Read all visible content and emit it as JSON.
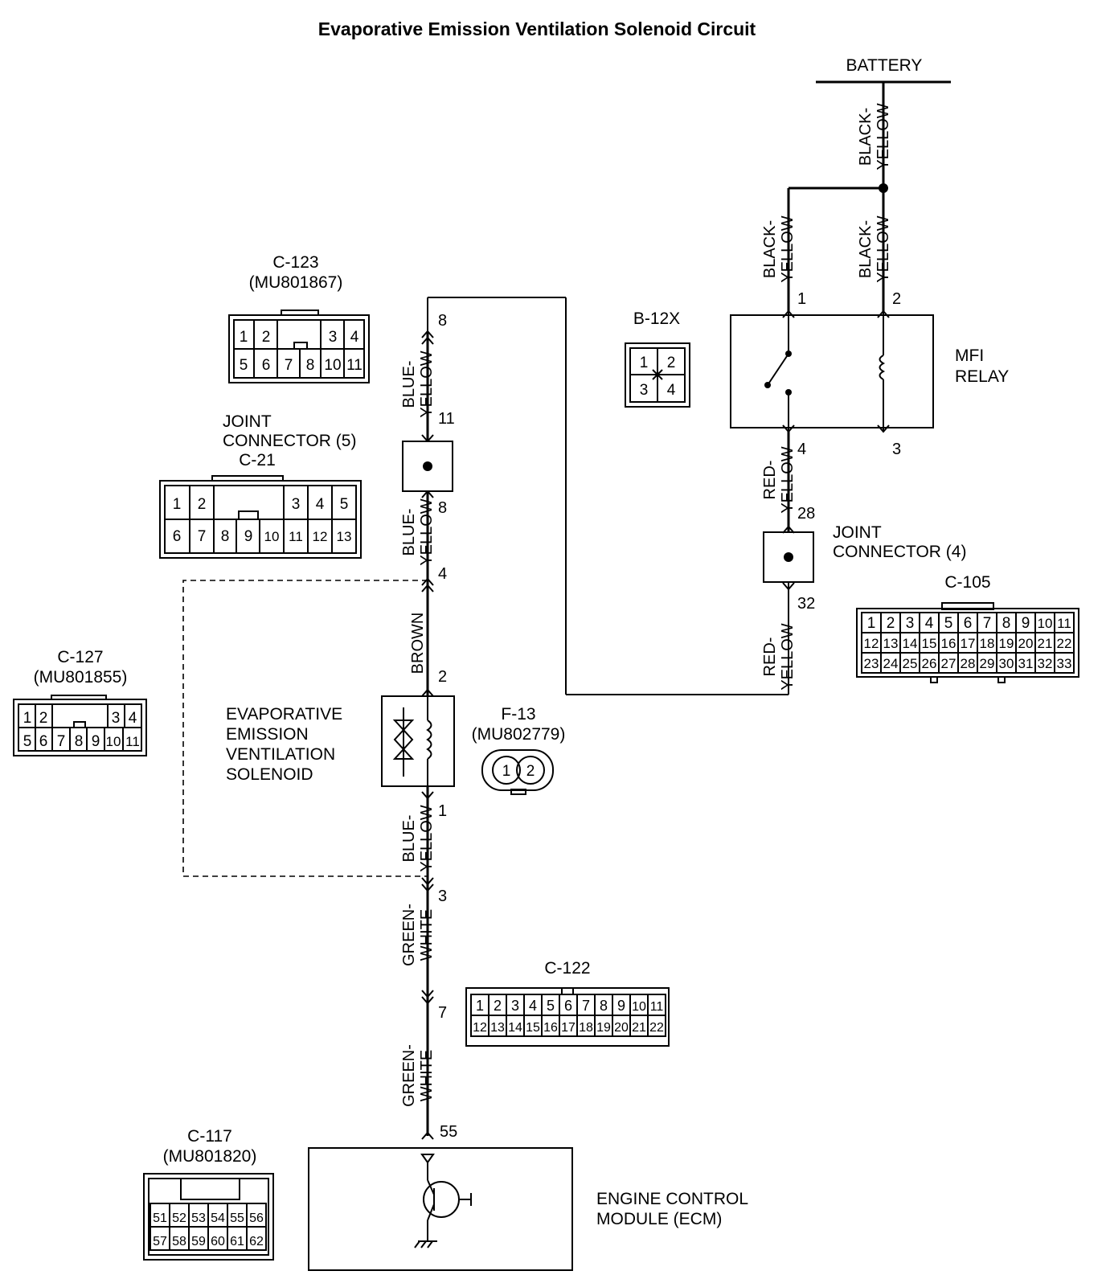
{
  "title": "Evaporative Emission Ventilation Solenoid Circuit",
  "battery": {
    "label": "BATTERY",
    "wire_color": [
      "BLACK-",
      "YELLOW"
    ]
  },
  "mfi_relay": {
    "label": [
      "MFI",
      "RELAY"
    ],
    "pins": {
      "p1": "1",
      "p2": "2",
      "p3": "3",
      "p4": "4"
    },
    "wire_p1": [
      "BLACK-",
      "YELLOW"
    ],
    "wire_p2": [
      "BLACK-",
      "YELLOW"
    ],
    "wire_p4": [
      "RED-",
      "YELLOW"
    ]
  },
  "joint_connector_4": {
    "label": [
      "JOINT",
      "CONNECTOR (4)"
    ],
    "pin_in": "28",
    "pin_out": "32",
    "wire_out": [
      "RED-",
      "YELLOW"
    ]
  },
  "relay_connector": {
    "id": "B-12X",
    "cells": [
      "1",
      "2",
      "3",
      "4"
    ]
  },
  "connector_c123": {
    "id": "C-123",
    "part": "(MU801867)",
    "row1": [
      "1",
      "2",
      "3",
      "4"
    ],
    "row2": [
      "5",
      "6",
      "7",
      "8",
      "10",
      "11"
    ]
  },
  "joint_connector_5": {
    "label": [
      "JOINT",
      "CONNECTOR (5)"
    ],
    "id": "C-21",
    "row1": [
      "1",
      "2",
      "3",
      "4",
      "5"
    ],
    "row2": [
      "6",
      "7",
      "8",
      "9",
      "10",
      "11",
      "12",
      "13"
    ],
    "pin_in": "11",
    "pin_out": "8"
  },
  "connector_c127": {
    "id": "C-127",
    "part": "(MU801855)",
    "row1": [
      "1",
      "2",
      "3",
      "4"
    ],
    "row2": [
      "5",
      "6",
      "7",
      "8",
      "9",
      "10",
      "11"
    ]
  },
  "connector_c105": {
    "id": "C-105",
    "row1": [
      "1",
      "2",
      "3",
      "4",
      "5",
      "6",
      "7",
      "8",
      "9",
      "10",
      "11"
    ],
    "row2": [
      "12",
      "13",
      "14",
      "15",
      "16",
      "17",
      "18",
      "19",
      "20",
      "21",
      "22"
    ],
    "row3": [
      "23",
      "24",
      "25",
      "26",
      "27",
      "28",
      "29",
      "30",
      "31",
      "32",
      "33"
    ]
  },
  "solenoid": {
    "label": [
      "EVAPORATIVE",
      "EMISSION",
      "VENTILATION",
      "SOLENOID"
    ],
    "connector_id": "F-13",
    "connector_part": "(MU802779)",
    "connector_cells": [
      "1",
      "2"
    ],
    "pin_top": "2",
    "pin_bottom": "1"
  },
  "connector_c122": {
    "id": "C-122",
    "row1": [
      "1",
      "2",
      "3",
      "4",
      "5",
      "6",
      "7",
      "8",
      "9",
      "10",
      "11"
    ],
    "row2": [
      "12",
      "13",
      "14",
      "15",
      "16",
      "17",
      "18",
      "19",
      "20",
      "21",
      "22"
    ]
  },
  "connector_c117": {
    "id": "C-117",
    "part": "(MU801820)",
    "row1": [
      "51",
      "52",
      "53",
      "54",
      "55",
      "56"
    ],
    "row2": [
      "57",
      "58",
      "59",
      "60",
      "61",
      "62"
    ]
  },
  "ecm": {
    "label": [
      "ENGINE CONTROL",
      "MODULE (ECM)"
    ],
    "pin": "55"
  },
  "main_wire": {
    "pins": {
      "c123_top": "8",
      "c123_bottom": "4",
      "mid": "3",
      "c122": "7"
    },
    "wire_8_11": [
      "BLUE-",
      "YELLOW"
    ],
    "wire_8_4": [
      "BLUE-",
      "YELLOW"
    ],
    "wire_4_2": [
      "BROWN"
    ],
    "wire_1_3": [
      "BLUE-",
      "YELLOW"
    ],
    "wire_3_7": [
      "GREEN-",
      "WHITE"
    ],
    "wire_7_55": [
      "GREEN-",
      "WHITE"
    ]
  }
}
